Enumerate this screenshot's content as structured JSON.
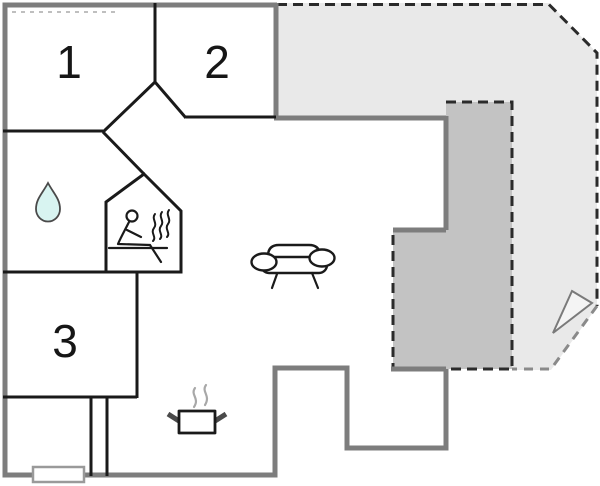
{
  "floor_plan": {
    "rooms": [
      {
        "number": "1"
      },
      {
        "number": "2"
      },
      {
        "number": "3"
      }
    ],
    "icons": [
      {
        "name": "water-drop-icon"
      },
      {
        "name": "sauna-icon"
      },
      {
        "name": "sofa-icon"
      },
      {
        "name": "cooking-pot-icon"
      },
      {
        "name": "direction-arrow-icon"
      }
    ],
    "colors": {
      "wall_outer": "#7d7d7d",
      "wall_inner": "#1a1a1a",
      "terrace_light": "#e9e9e9",
      "terrace_dark": "#c3c3c3",
      "dash_dark": "#2b2b2b",
      "dash_gray": "#8a8a8a",
      "icon_stroke": "#1a1a1a",
      "steam_gray": "#a8a8a8",
      "water_drop_fill": "#d8f4f1",
      "water_drop_stroke": "#4a4a4a",
      "pot_handle": "#4a4a4a",
      "marker_border": "#9a9a9a",
      "arrow_stroke": "#7a7a7a",
      "arrow_fill": "#f4f4f4"
    }
  }
}
